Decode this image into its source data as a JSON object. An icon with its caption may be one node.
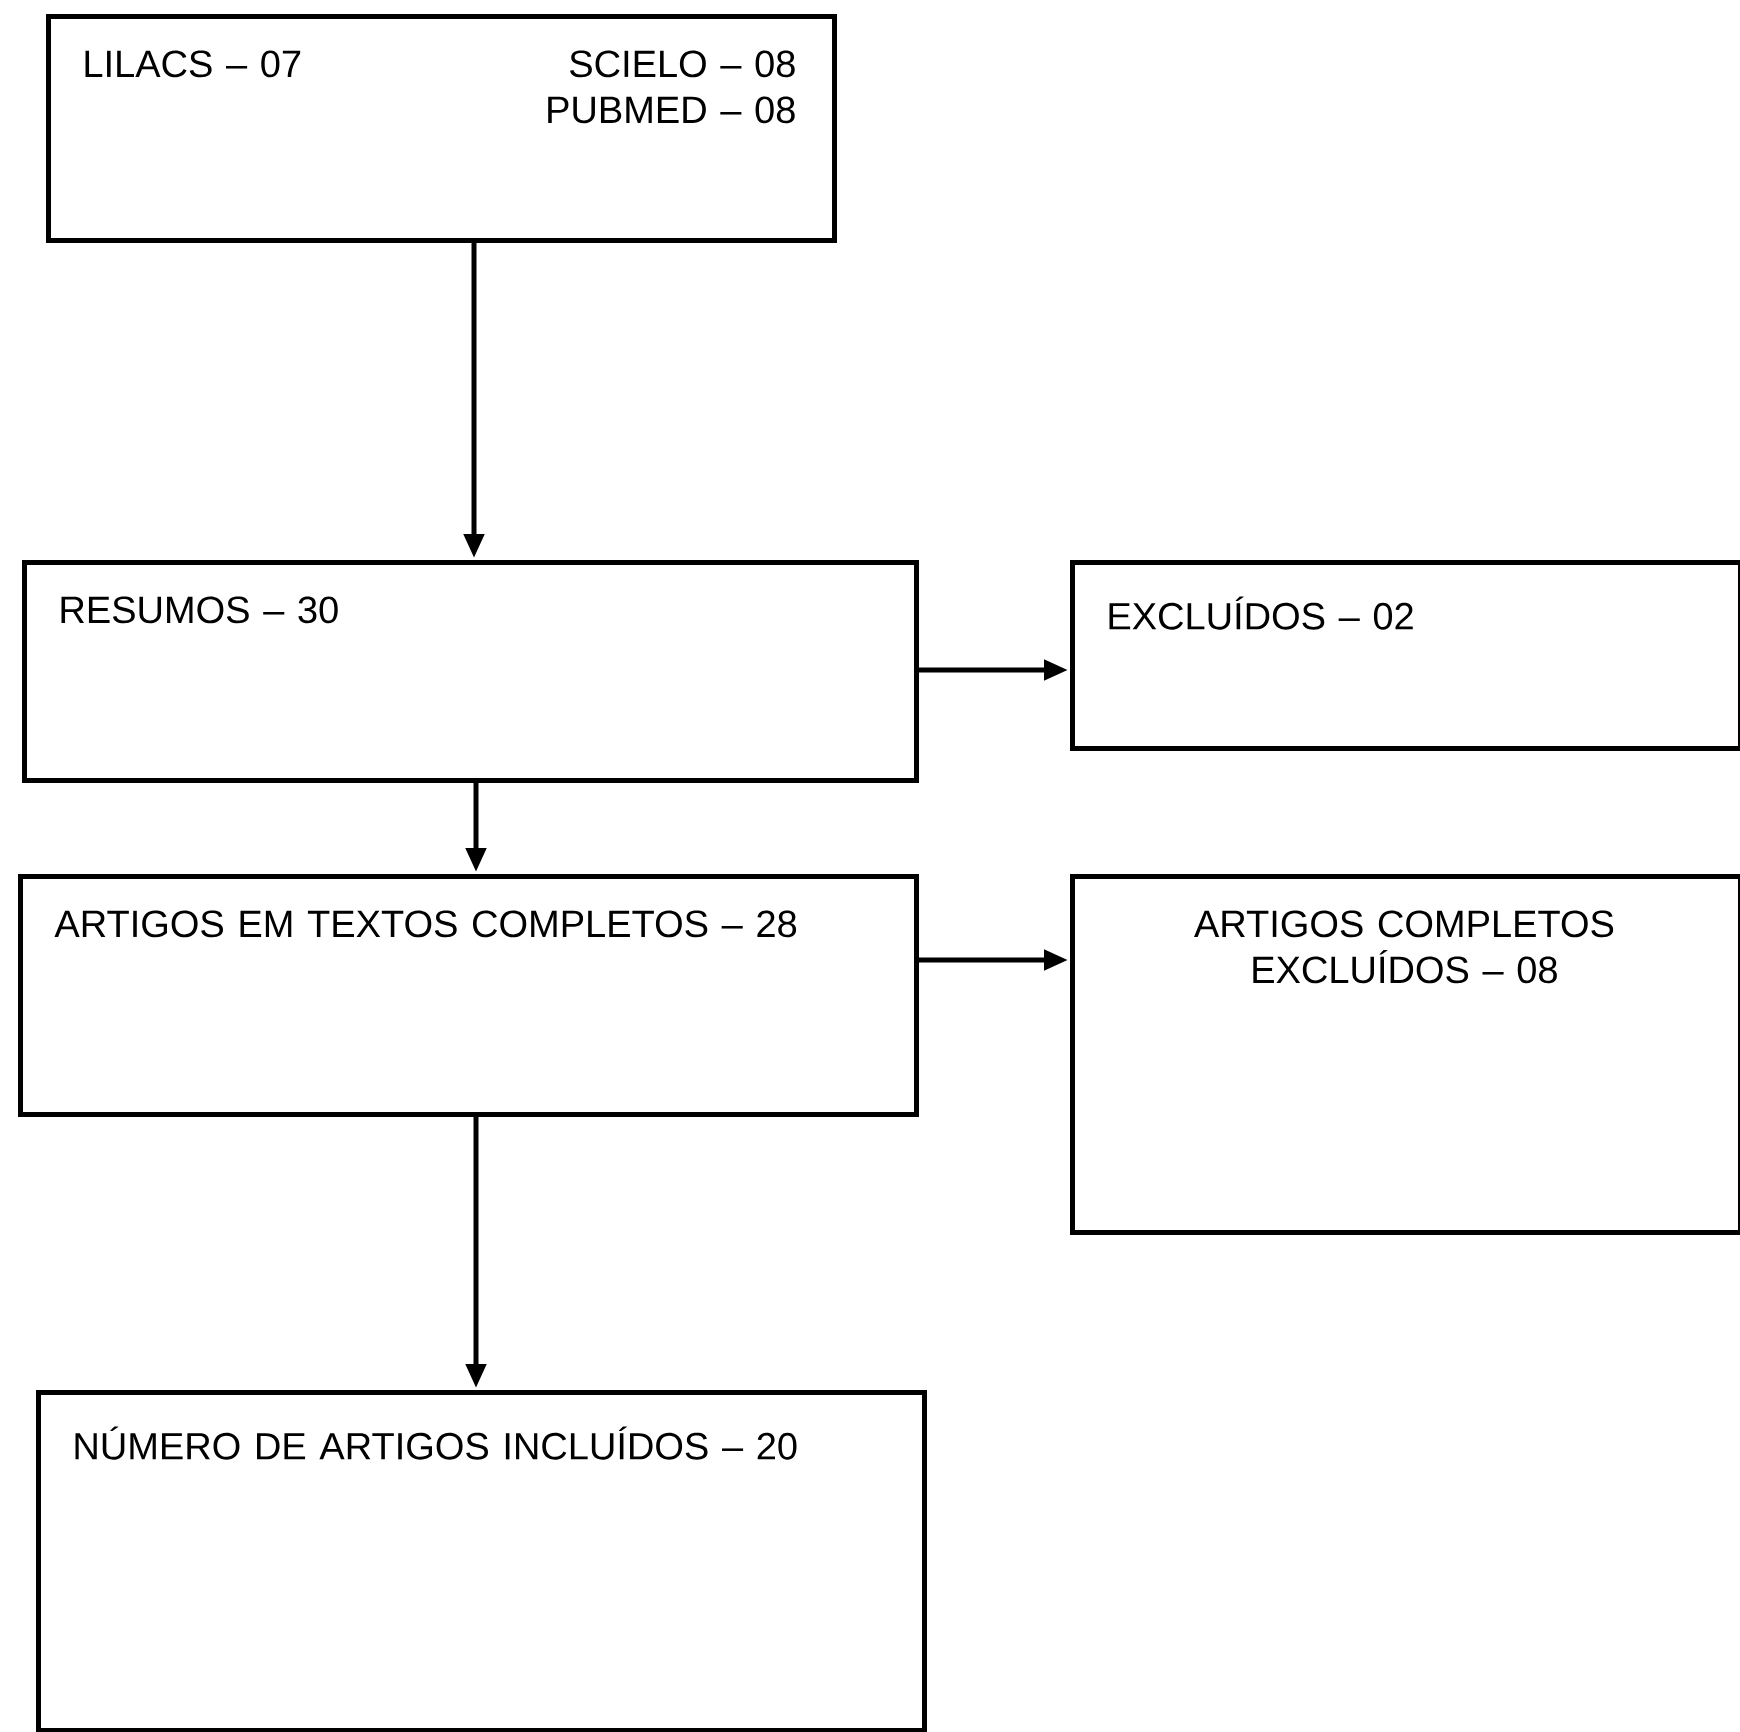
{
  "diagram": {
    "nodes": [
      {
        "text": [
          "LILACS – 07",
          "SCIELO – 08",
          "PUBMED – 08"
        ]
      },
      {
        "text": [
          "RESUMOS – 30"
        ]
      },
      {
        "text": [
          "EXCLUÍDOS – 02"
        ]
      },
      {
        "text": [
          "ARTIGOS EM TEXTOS COMPLETOS – 28"
        ]
      },
      {
        "text": [
          "ARTIGOS COMPLETOS EXCLUÍDOS – 08"
        ]
      },
      {
        "text": [
          "NÚMERO DE ARTIGOS INCLUÍDOS – 20"
        ]
      }
    ],
    "edges": [
      {
        "from": 0,
        "to": 1,
        "arrow": "to"
      },
      {
        "from": 1,
        "to": 2,
        "arrow": "to"
      },
      {
        "from": 1,
        "to": 3,
        "arrow": "to"
      },
      {
        "from": 3,
        "to": 4,
        "arrow": "to"
      },
      {
        "from": 3,
        "to": 5,
        "arrow": "to"
      }
    ]
  }
}
